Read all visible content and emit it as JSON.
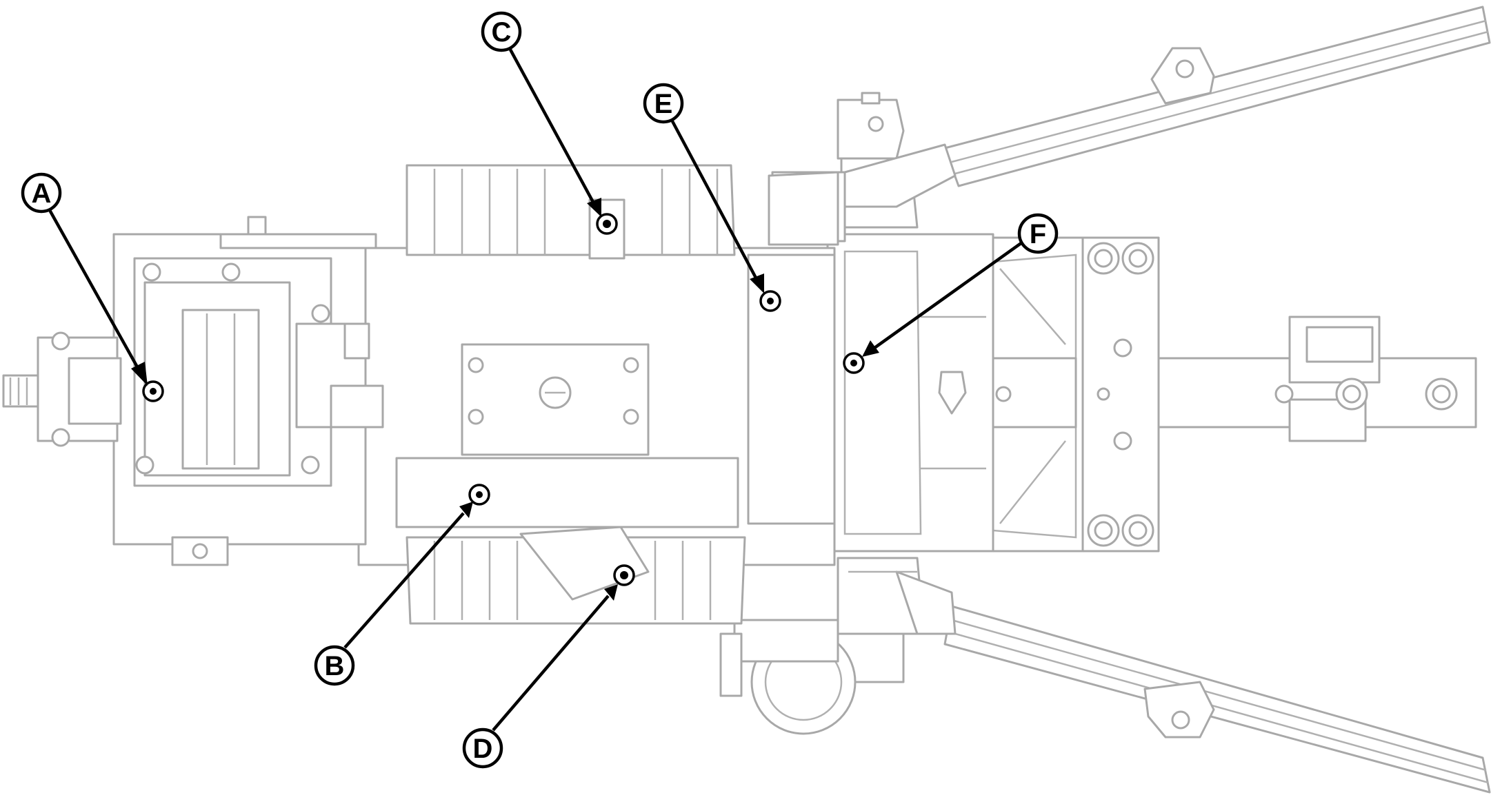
{
  "diagram": {
    "callouts": [
      {
        "id": "A",
        "label": "A"
      },
      {
        "id": "B",
        "label": "B"
      },
      {
        "id": "C",
        "label": "C"
      },
      {
        "id": "D",
        "label": "D"
      },
      {
        "id": "E",
        "label": "E"
      },
      {
        "id": "F",
        "label": "F"
      }
    ],
    "colors": {
      "drawing_line": "#a8a8a8",
      "callout_ink": "#000000",
      "background": "#ffffff"
    }
  }
}
